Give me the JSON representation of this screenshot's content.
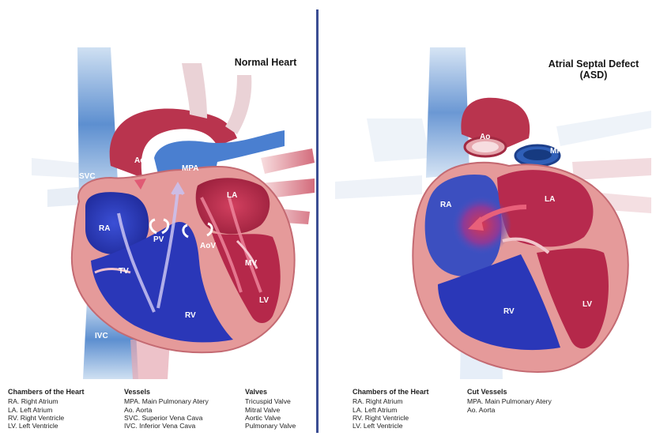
{
  "left": {
    "title": "Normal Heart",
    "labels": {
      "svc": "SVC",
      "ao": "Ao",
      "mpa": "MPA",
      "la": "LA",
      "ra": "RA",
      "pv": "PV",
      "aov": "AoV",
      "mv": "MV",
      "tv": "TV",
      "rv": "RV",
      "lv": "LV",
      "ivc": "IVC"
    },
    "legend": {
      "chambers": {
        "heading": "Chambers of the Heart",
        "items": [
          "RA. Right Atrium",
          "LA. Left Atrium",
          "RV. Right Ventricle",
          "LV. Left Ventricle"
        ]
      },
      "vessels": {
        "heading": "Vessels",
        "items": [
          "MPA. Main Pulmonary Atery",
          "Ao. Aorta",
          "SVC. Superior Vena Cava",
          "IVC. Inferior Vena Cava"
        ]
      },
      "valves": {
        "heading": "Valves",
        "items": [
          "Tricuspid Valve",
          "Mitral Valve",
          "Aortic Valve",
          "Pulmonary Valve"
        ]
      }
    }
  },
  "right": {
    "title": "Atrial Septal Defect (ASD)",
    "title_line1": "Atrial Septal Defect",
    "title_line2": "(ASD)",
    "labels": {
      "ao": "Ao",
      "mpa": "MPA",
      "ra": "RA",
      "la": "LA",
      "rv": "RV",
      "lv": "LV"
    },
    "legend": {
      "chambers": {
        "heading": "Chambers of the Heart",
        "items": [
          "RA. Right Atrium",
          "LA. Left Atrium",
          "RV. Right Ventricle",
          "LV. Left Ventricle"
        ]
      },
      "cut_vessels": {
        "heading": "Cut Vessels",
        "items": [
          "MPA. Main Pulmonary Atery",
          "Ao. Aorta"
        ]
      }
    }
  },
  "colors": {
    "oxygen_poor": "#2a3fae",
    "oxygen_rich": "#c0334f",
    "muscle": "#e59a9a",
    "divider": "#3b4d93"
  }
}
